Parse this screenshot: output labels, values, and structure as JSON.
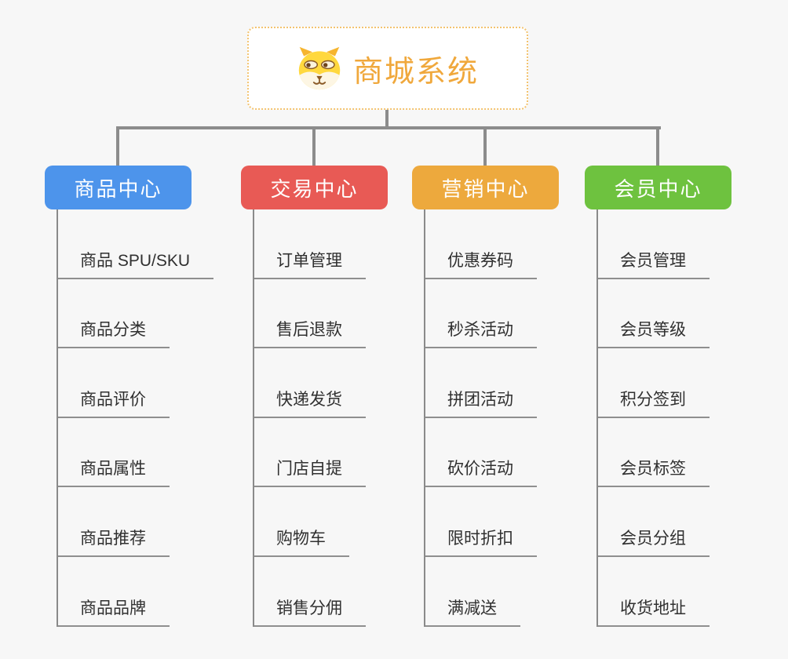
{
  "app": "mindmap",
  "colors": {
    "background": "#f7f7f7",
    "connector": "#8c8c8c",
    "leaf_text": "#303030",
    "root_text": "#f0a83c",
    "root_border": "#f3c36f"
  },
  "root": {
    "label": "商城系统",
    "icon": "dog-face-icon"
  },
  "branches": [
    {
      "label": "商品中心",
      "color": "#4d94eb",
      "items": [
        "商品 SPU/SKU",
        "商品分类",
        "商品评价",
        "商品属性",
        "商品推荐",
        "商品品牌"
      ]
    },
    {
      "label": "交易中心",
      "color": "#e85a55",
      "items": [
        "订单管理",
        "售后退款",
        "快递发货",
        "门店自提",
        "购物车",
        "销售分佣"
      ]
    },
    {
      "label": "营销中心",
      "color": "#eda93d",
      "items": [
        "优惠券码",
        "秒杀活动",
        "拼团活动",
        "砍价活动",
        "限时折扣",
        "满减送"
      ]
    },
    {
      "label": "会员中心",
      "color": "#6ec23f",
      "items": [
        "会员管理",
        "会员等级",
        "积分签到",
        "会员标签",
        "会员分组",
        "收货地址"
      ]
    }
  ]
}
